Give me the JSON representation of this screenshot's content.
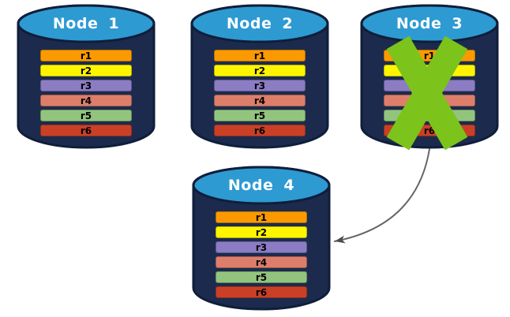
{
  "nodes": [
    {
      "name": "Node",
      "number": "1",
      "rows": [
        {
          "label": "r1",
          "color": "#FA9A00"
        },
        {
          "label": "r2",
          "color": "#FFF500"
        },
        {
          "label": "r3",
          "color": "#8B7CC3"
        },
        {
          "label": "r4",
          "color": "#DD7E6B"
        },
        {
          "label": "r5",
          "color": "#93C47D"
        },
        {
          "label": "r6",
          "color": "#CA4027"
        }
      ]
    },
    {
      "name": "Node",
      "number": "2",
      "rows": [
        {
          "label": "r1",
          "color": "#FA9A00"
        },
        {
          "label": "r2",
          "color": "#FFF500"
        },
        {
          "label": "r3",
          "color": "#8B7CC3"
        },
        {
          "label": "r4",
          "color": "#DD7E6B"
        },
        {
          "label": "r5",
          "color": "#93C47D"
        },
        {
          "label": "r6",
          "color": "#CA4027"
        }
      ]
    },
    {
      "name": "Node",
      "number": "3",
      "failed": true,
      "rows": [
        {
          "label": "r1",
          "color": "#FA9A00"
        },
        {
          "label": "r2",
          "color": "#FFF500"
        },
        {
          "label": "r3",
          "color": "#8B7CC3"
        },
        {
          "label": "r4",
          "color": "#DD7E6B"
        },
        {
          "label": "r5",
          "color": "#93C47D"
        },
        {
          "label": "r6",
          "color": "#CA4027"
        }
      ]
    },
    {
      "name": "Node",
      "number": "4",
      "rows": [
        {
          "label": "r1",
          "color": "#FA9A00"
        },
        {
          "label": "r2",
          "color": "#FFF500"
        },
        {
          "label": "r3",
          "color": "#8B7CC3"
        },
        {
          "label": "r4",
          "color": "#DD7E6B"
        },
        {
          "label": "r5",
          "color": "#93C47D"
        },
        {
          "label": "r6",
          "color": "#CA4027"
        }
      ]
    }
  ],
  "icons": {
    "x_mark": "x-mark-icon",
    "arrow": "curved-arrow-icon"
  },
  "colors": {
    "background": "#FFFFFF",
    "cylinder_body": "#1C2B4D",
    "cylinder_outline": "#0F1E3A",
    "cylinder_top": "#2E9AD2",
    "node_label_text": "#FFFFFF",
    "row_label_text": "#000000",
    "x_mark": "#7CC31B",
    "arrow_line": "#666666",
    "arrow_head": "#4D4D4D"
  }
}
